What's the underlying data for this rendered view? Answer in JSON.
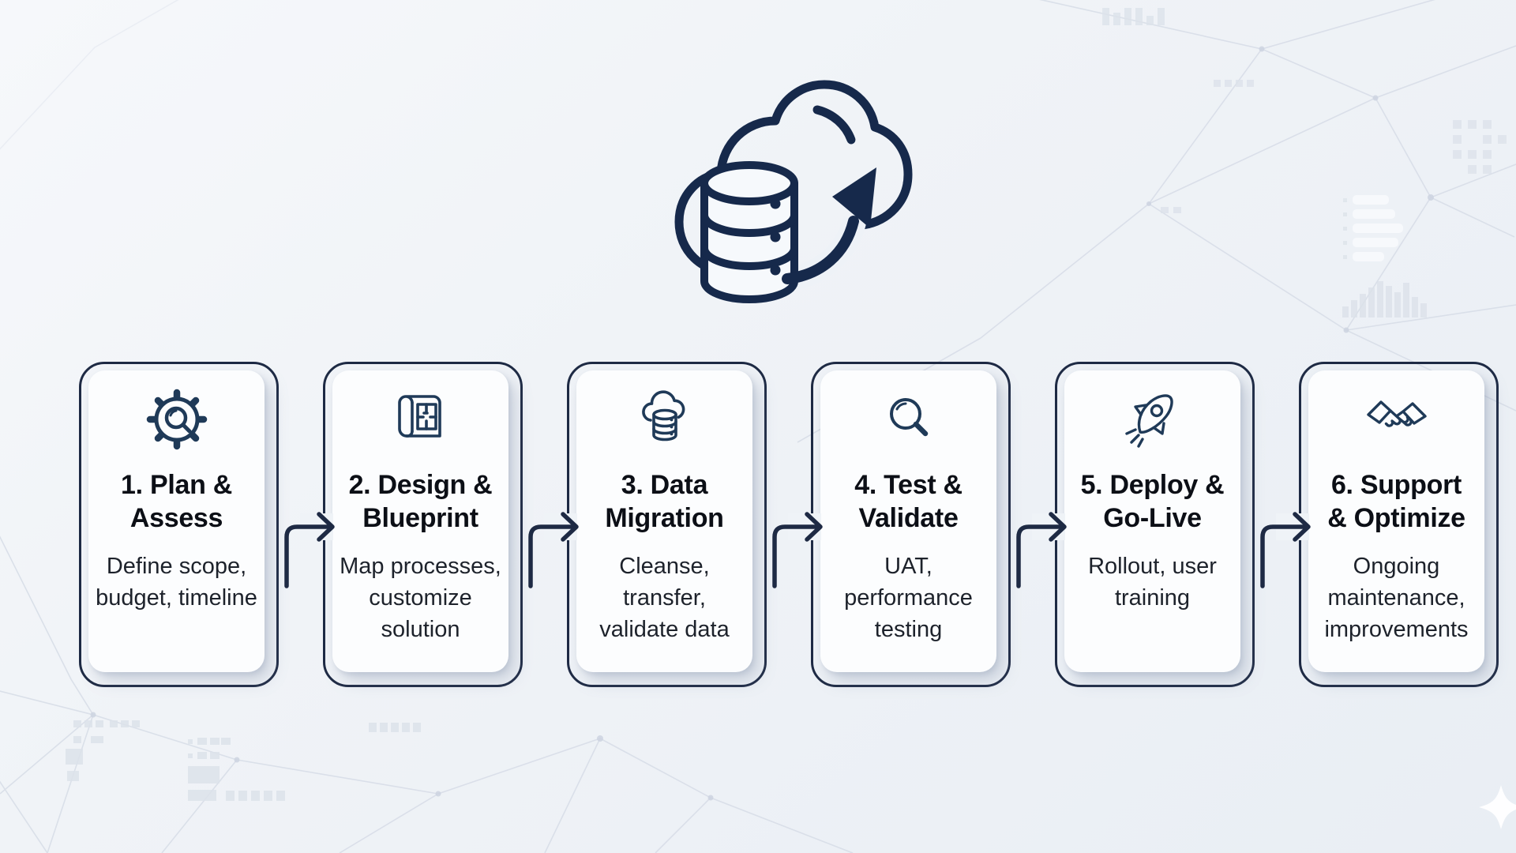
{
  "diagram": {
    "hero_icon": "cloud-database-upload-icon",
    "steps": [
      {
        "icon": "gear-search-icon",
        "title": "1. Plan & Assess",
        "title_lines": [
          "1. Plan &",
          "Assess"
        ],
        "description": "Define scope, budget, timeline"
      },
      {
        "icon": "blueprint-icon",
        "title": "2. Design & Blueprint",
        "title_lines": [
          "2. Design &",
          "Blueprint"
        ],
        "description": "Map processes, customize solution"
      },
      {
        "icon": "cloud-database-icon",
        "title": "3. Data Migration",
        "title_lines": [
          "3. Data",
          "Migration"
        ],
        "description": "Cleanse, transfer, validate data"
      },
      {
        "icon": "magnifier-icon",
        "title": "4. Test & Validate",
        "title_lines": [
          "4. Test &",
          "Validate"
        ],
        "description": "UAT, performance testing"
      },
      {
        "icon": "rocket-icon",
        "title": "5. Deploy & Go-Live",
        "title_lines": [
          "5. Deploy &",
          "Go-Live"
        ],
        "description": "Rollout, user training"
      },
      {
        "icon": "handshake-icon",
        "title": "6. Support & Optimize",
        "title_lines": [
          "6. Support",
          "& Optimize"
        ],
        "description": "Ongoing maintenance, improvements"
      }
    ]
  },
  "colors": {
    "background": "#eff3f7",
    "card_border": "#1e2a44",
    "card_bg": "#fcfdfe",
    "title": "#0c0f16",
    "description": "#1d222b",
    "icon": "#1f3a58",
    "arrow": "#1e2a44",
    "hero_icon": "#16294b",
    "pattern_line": "#d6dce6",
    "pattern_block": "#dde3eb"
  }
}
